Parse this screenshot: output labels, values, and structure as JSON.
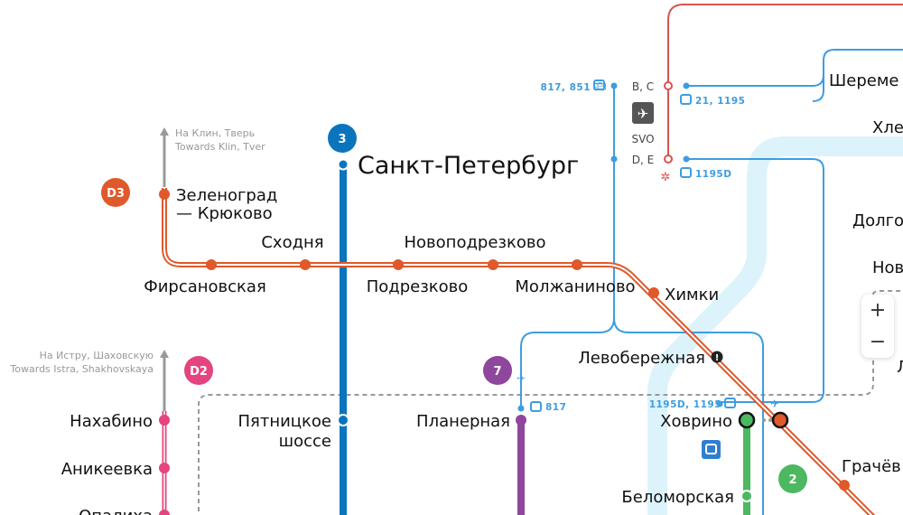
{
  "colors": {
    "d3": "#e0592a",
    "d2": "#e4447f",
    "line3": "#0a75bd",
    "line7": "#8e479c",
    "line2": "#4cb85f",
    "thin_blue": "#3d9de0",
    "aeroexpress": "#d9534f",
    "river": "#ddf3fb",
    "dashed": "#999999"
  },
  "lines": {
    "d3_badge": "D3",
    "d2_badge": "D2",
    "line3_badge": "3",
    "line7_badge": "7",
    "line2_badge": "2"
  },
  "directions": {
    "d3_ru": "На Клин, Тверь",
    "d3_en": "Towards Klin, Tver",
    "d2_ru": "На Истру, Шаховскую",
    "d2_en": "Towards Istra, Shakhovskaya"
  },
  "stations": {
    "spb": "Санкт-Петербург",
    "zelenograd_1": "Зеленоград",
    "zelenograd_2": "— Крюково",
    "skhodnya": "Сходня",
    "novopodrezkovo": "Новоподрезково",
    "firsanovskaya": "Фирсановская",
    "podrezkovo": "Подрезково",
    "molzhaninovo": "Молжаниново",
    "khimki": "Химки",
    "levoberezhnaya": "Левобережная",
    "khovrino": "Ховрино",
    "belomorskaya": "Беломорская",
    "planernaya": "Планерная",
    "pyatnitskoe_1": "Пятницкое",
    "pyatnitskoe_2": "шоссе",
    "nakhabino": "Нахабино",
    "anikeevka": "Аникеевка",
    "opalikha": "Опалиха",
    "sherem": "Шереме",
    "khle": "Хле",
    "dolgo": "Долго",
    "nov": "Нов",
    "l": "Л",
    "grachev": "Грачёв"
  },
  "airport": {
    "code": "SVO",
    "terminals_bc": "B, C",
    "terminals_de": "D, E"
  },
  "buses": {
    "b1": "817, 851",
    "b2": "21, 1195",
    "b3": "1195D",
    "b4": "817",
    "b5": "1195D, 1195"
  },
  "zoom_controls": {
    "plus": "+",
    "minus": "−"
  }
}
